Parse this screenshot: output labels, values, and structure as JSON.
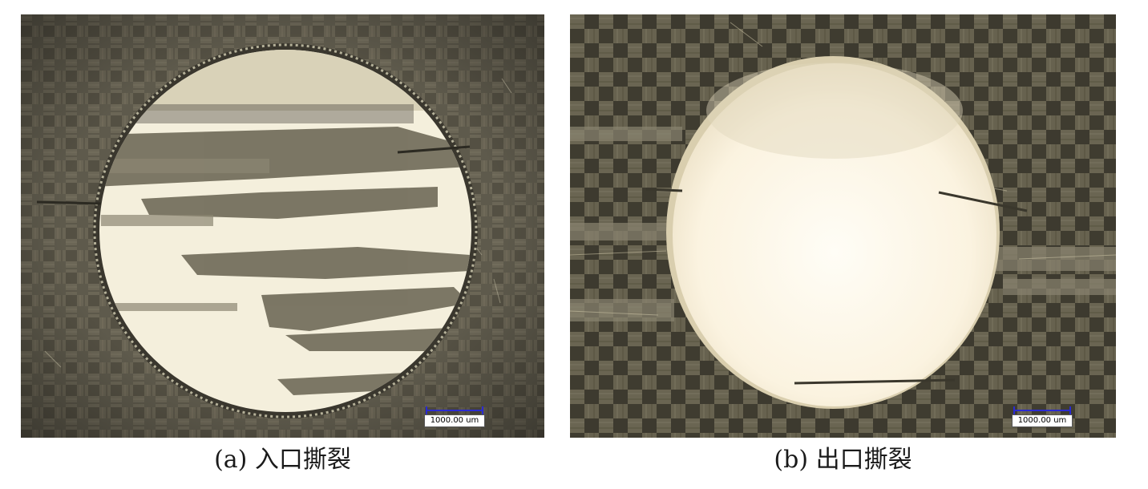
{
  "figures": [
    {
      "caption": "(a) 入口撕裂",
      "scale_bar": "1000.00 um"
    },
    {
      "caption": "(b) 出口撕裂",
      "scale_bar": "1000.00 um"
    }
  ]
}
